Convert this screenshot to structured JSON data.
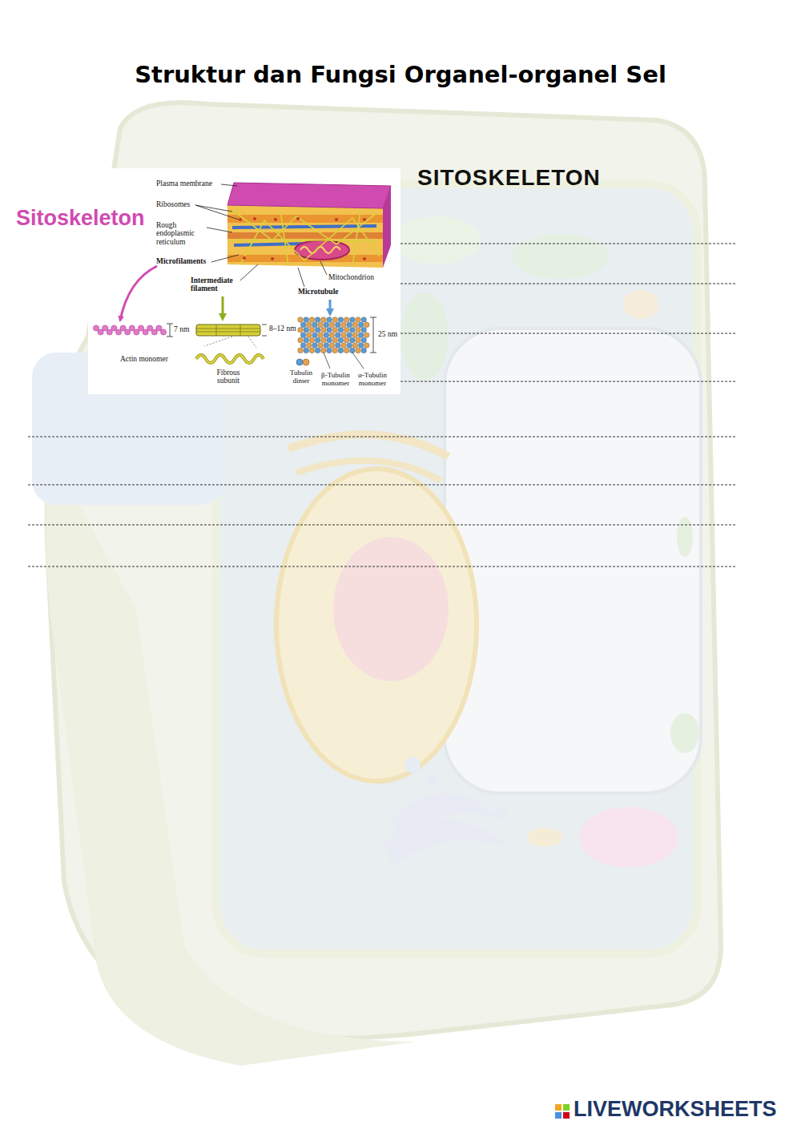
{
  "diagram": {
    "title": "Struktur dan Fungsi Organel-organel Sel",
    "labels": [
      "SITOSKELETON",
      "Sitoskeleton",
      "Plasma membrane",
      "Ribosomes",
      "Rough endoplasmic reticulum",
      "Microfilaments",
      "Intermediate filament",
      "Mitochondrion",
      "Microtubule",
      "7 nm",
      "8–12 nm",
      "25 nm",
      "Actin monomer",
      "Fibrous subunit",
      "Tubulin dimer",
      "β-Tubulin monomer",
      "α-Tubulin monomer",
      "LIVEWORKSHEETS"
    ]
  }
}
